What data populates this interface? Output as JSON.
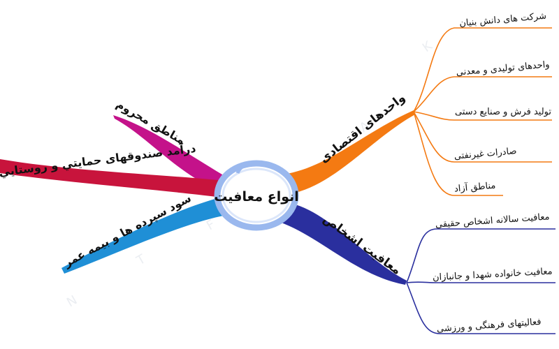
{
  "center": {
    "label": "انواع معافیت"
  },
  "branches": {
    "economic": {
      "label": "واحدهای اقتصادی",
      "color": "#f47a12",
      "children": [
        "شرکت های دانش بنیان",
        "واحدهای تولیدی و معدنی",
        "تولید فرش و صنایع دستی",
        "صادرات غیرنفتی",
        "مناطق آزاد"
      ]
    },
    "persons": {
      "label": "معافیت اشخاص",
      "color": "#2a2f9e",
      "children": [
        "معافیت سالانه اشخاص حقیقی",
        "معافیت خانواده شهدا و جانبازان",
        "فعالیتهای فرهنگی و ورزشی"
      ]
    },
    "deprived": {
      "label": "مناطق محروم",
      "color": "#c4128a"
    },
    "funds": {
      "label": "درآمد صندوقهای حمایتي و روستايي",
      "color": "#c8143c"
    },
    "deposits": {
      "label": "سود سپرده ها و بیمه عمر",
      "color": "#1f8fd6"
    }
  }
}
